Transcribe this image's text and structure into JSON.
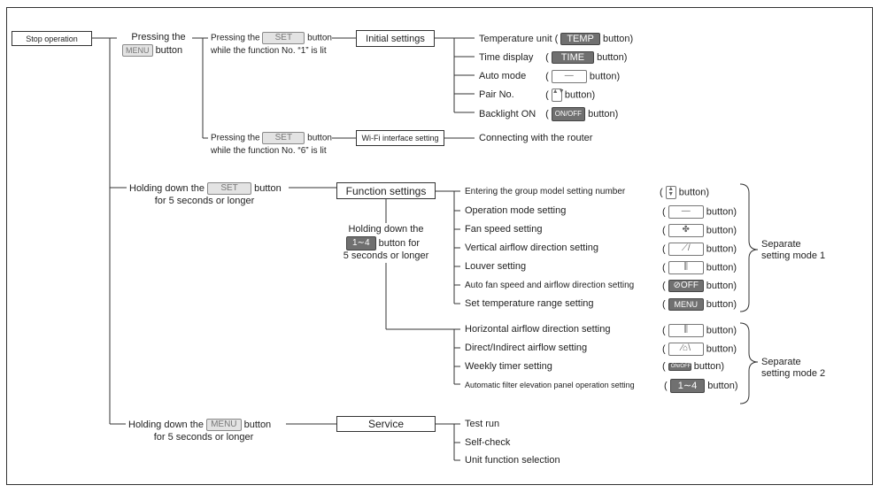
{
  "root": {
    "label": "Stop operation"
  },
  "branch_menu": {
    "pre": "Pressing the",
    "button": "MENU",
    "post": "button"
  },
  "branch_set1": {
    "pre": "Pressing the",
    "button": "SET",
    "post": "button",
    "sub": "while the function No. “1” is lit"
  },
  "branch_set6": {
    "pre": "Pressing the",
    "button": "SET",
    "post": "button",
    "sub": "while the function No. “6” is lit"
  },
  "initial_settings": {
    "label": "Initial settings",
    "items": [
      {
        "label": "Temperature unit (",
        "button": "TEMP",
        "post": "button)"
      },
      {
        "label": "Time display",
        "paren": "(",
        "button": "TIME",
        "post": "button)"
      },
      {
        "label": "Auto mode",
        "paren": "(",
        "button": "—",
        "post": "button)"
      },
      {
        "label": "Pair No.",
        "paren": "(",
        "button": "▲▼",
        "post": "button)"
      },
      {
        "label": "Backlight ON",
        "paren": "(",
        "button": "ON/OFF",
        "post": "button)"
      }
    ]
  },
  "wifi": {
    "label": "Wi-Fi interface setting",
    "item": "Connecting with the router"
  },
  "branch_hold_set": {
    "pre": "Holding down the",
    "button": "SET",
    "post": "button",
    "sub": "for 5 seconds or longer"
  },
  "function_settings": {
    "label": "Function settings",
    "hold": {
      "pre": "Holding down the",
      "button": "1∼4",
      "post": "button for",
      "sub": "5 seconds or longer"
    },
    "group1": [
      {
        "label": "Entering the group model setting number",
        "paren": "(",
        "button": "▲▼",
        "post": "button)"
      },
      {
        "label": "Operation mode setting",
        "paren": "(",
        "button": "—",
        "post": "button)"
      },
      {
        "label": "Fan speed setting",
        "paren": "(",
        "button": "fan",
        "post": "button)"
      },
      {
        "label": "Vertical airflow direction setting",
        "paren": "(",
        "button": "vane",
        "post": "button)"
      },
      {
        "label": "Louver setting",
        "paren": "(",
        "button": "louver",
        "post": "button)"
      },
      {
        "label": "Auto fan speed and airflow direction setting",
        "paren": "(",
        "button": "⊘OFF",
        "post": "button)"
      },
      {
        "label": "Set temperature range setting",
        "paren": "(",
        "button": "MENU",
        "post": "button)"
      }
    ],
    "group2": [
      {
        "label": "Horizontal airflow direction setting",
        "paren": "(",
        "button": "louver",
        "post": "button)"
      },
      {
        "label": "Direct/Indirect airflow setting",
        "paren": "(",
        "button": "direct",
        "post": "button)"
      },
      {
        "label": "Weekly timer setting",
        "paren": "(",
        "button": "ON/OFF WEEKLY",
        "post": "button)"
      },
      {
        "label": "Automatic filter elevation panel operation setting",
        "paren": "(",
        "button": "1∼4",
        "post": "button)"
      }
    ],
    "mode1": [
      "Separate",
      "setting mode 1"
    ],
    "mode2": [
      "Separate",
      "setting mode 2"
    ]
  },
  "branch_hold_menu": {
    "pre": "Holding down the",
    "button": "MENU",
    "post": "button",
    "sub": "for 5 seconds or longer"
  },
  "service": {
    "label": "Service",
    "items": [
      "Test run",
      "Self-check",
      "Unit function selection"
    ]
  },
  "colors": {
    "line": "#333333",
    "dark_button": "#707070",
    "light_button": "#e3e3e3"
  }
}
